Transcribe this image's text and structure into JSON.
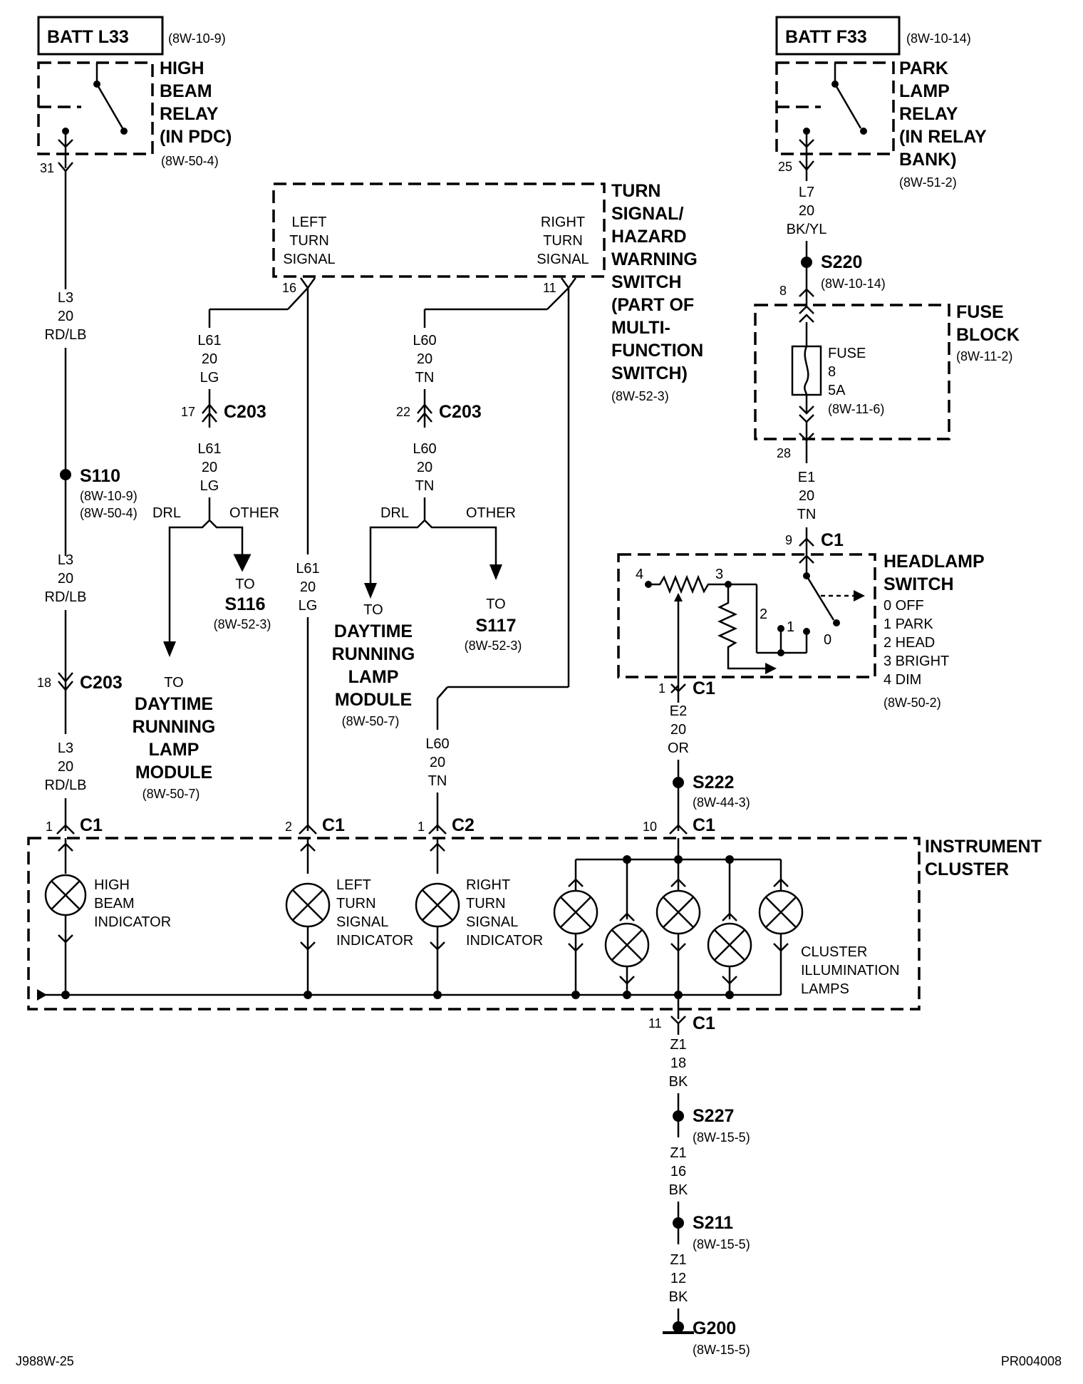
{
  "title_block": {
    "left_id": "J988W-25",
    "right_id": "PR004008"
  },
  "batt_l33": {
    "label": "BATT L33",
    "ref": "(8W-10-9)"
  },
  "batt_f33": {
    "label": "BATT F33",
    "ref": "(8W-10-14)"
  },
  "high_beam_relay": {
    "lines": [
      "HIGH",
      "BEAM",
      "RELAY",
      "(IN PDC)"
    ],
    "ref": "(8W-50-4)",
    "pin": "31"
  },
  "park_lamp_relay": {
    "lines": [
      "PARK",
      "LAMP",
      "RELAY",
      "(IN RELAY",
      "BANK)"
    ],
    "ref": "(8W-51-2)",
    "pin": "25"
  },
  "turn_switch": {
    "lines": [
      "TURN",
      "SIGNAL/",
      "HAZARD",
      "WARNING",
      "SWITCH",
      "(PART OF",
      "MULTI-",
      "FUNCTION",
      "SWITCH)"
    ],
    "ref": "(8W-52-3)",
    "left_label": [
      "LEFT",
      "TURN",
      "SIGNAL"
    ],
    "right_label": [
      "RIGHT",
      "TURN",
      "SIGNAL"
    ],
    "left_pin": "16",
    "right_pin": "11"
  },
  "fuse_block": {
    "lines": [
      "FUSE",
      "BLOCK"
    ],
    "ref": "(8W-11-2)",
    "fuse_lines": [
      "FUSE",
      "8",
      "5A",
      "(8W-11-6)"
    ],
    "pin_in": "8",
    "pin_out": "28"
  },
  "headlamp_switch": {
    "lines": [
      "HEADLAMP",
      "SWITCH"
    ],
    "positions": [
      "0 OFF",
      "1 PARK",
      "2 HEAD",
      "3 BRIGHT",
      "4 DIM"
    ],
    "ref": "(8W-50-2)",
    "pin_labels": [
      "4",
      "3",
      "2",
      "1",
      "0"
    ]
  },
  "wires": {
    "l3_a": [
      "L3",
      "20",
      "RD/LB"
    ],
    "l3_b": [
      "L3",
      "20",
      "RD/LB"
    ],
    "l3_c": [
      "L3",
      "20",
      "RD/LB"
    ],
    "l61_a": [
      "L61",
      "20",
      "LG"
    ],
    "l61_b": [
      "L61",
      "20",
      "LG"
    ],
    "l61_c": [
      "L61",
      "20",
      "LG"
    ],
    "l60_a": [
      "L60",
      "20",
      "TN"
    ],
    "l60_b": [
      "L60",
      "20",
      "TN"
    ],
    "l60_c": [
      "L60",
      "20",
      "TN"
    ],
    "l7": [
      "L7",
      "20",
      "BK/YL"
    ],
    "e1": [
      "E1",
      "20",
      "TN"
    ],
    "e2": [
      "E2",
      "20",
      "OR"
    ],
    "z1_a": [
      "Z1",
      "18",
      "BK"
    ],
    "z1_b": [
      "Z1",
      "16",
      "BK"
    ],
    "z1_c": [
      "Z1",
      "12",
      "BK"
    ]
  },
  "splices": {
    "s110": {
      "label": "S110",
      "refs": [
        "(8W-10-9)",
        "(8W-50-4)"
      ]
    },
    "s220": {
      "label": "S220",
      "ref": "(8W-10-14)"
    },
    "s222": {
      "label": "S222",
      "ref": "(8W-44-3)"
    },
    "s227": {
      "label": "S227",
      "ref": "(8W-15-5)"
    },
    "s211": {
      "label": "S211",
      "ref": "(8W-15-5)"
    },
    "g200": {
      "label": "G200",
      "ref": "(8W-15-5)"
    }
  },
  "connectors": {
    "c203_left": {
      "label": "C203",
      "pin": "18"
    },
    "c203_l61": {
      "label": "C203",
      "pin": "17"
    },
    "c203_l60": {
      "label": "C203",
      "pin": "22"
    },
    "c1_fuse": {
      "label": "C1",
      "pin": "9"
    },
    "c1_hs_out": {
      "label": "C1",
      "pin": "1"
    },
    "c1_hb": {
      "label": "C1",
      "pin": "1"
    },
    "c1_lt": {
      "label": "C1",
      "pin": "2"
    },
    "c2_rt": {
      "label": "C2",
      "pin": "1"
    },
    "c1_illum": {
      "label": "C1",
      "pin": "10"
    },
    "c1_gnd": {
      "label": "C1",
      "pin": "11"
    }
  },
  "branches": {
    "drl": "DRL",
    "other": "OTHER",
    "drl2": "DRL",
    "other2": "OTHER",
    "to_s116": {
      "to": "TO",
      "label": "S116",
      "ref": "(8W-52-3)"
    },
    "to_s117": {
      "to": "TO",
      "label": "S117",
      "ref": "(8W-52-3)"
    },
    "to_drl_1": {
      "to": "TO",
      "lines": [
        "DAYTIME",
        "RUNNING",
        "LAMP",
        "MODULE"
      ],
      "ref": "(8W-50-7)"
    },
    "to_drl_2": {
      "to": "TO",
      "lines": [
        "DAYTIME",
        "RUNNING",
        "LAMP",
        "MODULE"
      ],
      "ref": "(8W-50-7)"
    }
  },
  "cluster": {
    "lines": [
      "INSTRUMENT",
      "CLUSTER"
    ],
    "high_beam": [
      "HIGH",
      "BEAM",
      "INDICATOR"
    ],
    "left_turn": [
      "LEFT",
      "TURN",
      "SIGNAL",
      "INDICATOR"
    ],
    "right_turn": [
      "RIGHT",
      "TURN",
      "SIGNAL",
      "INDICATOR"
    ],
    "illum": [
      "CLUSTER",
      "ILLUMINATION",
      "LAMPS"
    ]
  }
}
